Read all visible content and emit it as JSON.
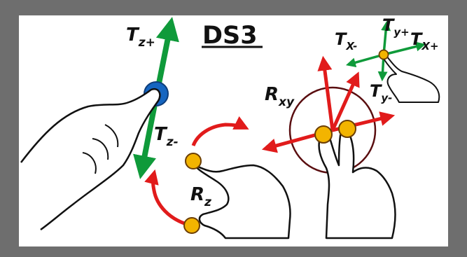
{
  "title": "DS3",
  "labels": {
    "tz_plus": {
      "main": "T",
      "sub": "z+"
    },
    "tz_minus": {
      "main": "T",
      "sub": "z-"
    },
    "rz": {
      "main": "R",
      "sub": "z"
    },
    "rxy": {
      "main": "R",
      "sub": "xy"
    },
    "ty_plus": {
      "main": "T",
      "sub": "y+"
    },
    "ty_minus": {
      "main": "T",
      "sub": "y-"
    },
    "tx_minus": {
      "main": "T",
      "sub": "X-"
    },
    "tx_plus": {
      "main": "T",
      "sub": "X+"
    }
  },
  "colors": {
    "frame": "#6e6e6e",
    "green_arrow": "#0f9a3a",
    "red_arrow": "#e11b1b",
    "blue_touch": "#1565c0",
    "yellow_touch": "#f3b400",
    "rotation_circle": "#5a0e10"
  }
}
